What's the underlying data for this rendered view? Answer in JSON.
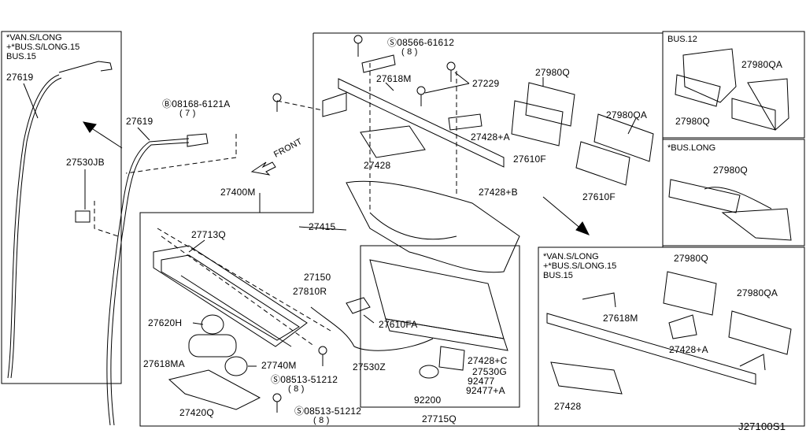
{
  "colors": {
    "ink": "#000000",
    "background": "#ffffff"
  },
  "insets": {
    "top_left": [
      "*VAN.S/LONG",
      "+*BUS.S/LONG.15",
      "BUS.15"
    ],
    "bus12": "BUS.12",
    "bus_long": "*BUS.LONG",
    "bottom_right": [
      "*VAN.S/LONG",
      "+*BUS.S/LONG.15",
      "BUS.15"
    ]
  },
  "labels": {
    "tl_27619": "27619",
    "b_27619": "27619",
    "b_27530jb": "27530JB",
    "b_screw1": "08566-61612",
    "b_screw1_qty": "( 8 )",
    "b_bolt_a": "08168-6121A",
    "b_bolt_a_qty": "( 7 )",
    "front": "FRONT",
    "b_27618m": "27618M",
    "b_27229": "27229",
    "b_27980q": "27980Q",
    "b_27980qa": "27980QA",
    "b_27428a": "27428+A",
    "b_27428": "27428",
    "b_27610f_1": "27610F",
    "b_27610f_2": "27610F",
    "b_27428b": "27428+B",
    "b_27400m": "27400M",
    "b_27415": "27415",
    "b_27713q": "27713Q",
    "b_27150": "27150",
    "b_27810r": "27810R",
    "b_27610fa": "27610FA",
    "b_27620h": "27620H",
    "b_27618ma": "27618MA",
    "b_27740m": "27740M",
    "b_27530z": "27530Z",
    "b_screw2": "08513-51212",
    "b_screw2_qty": "( 8 )",
    "b_screw3": "08513-51212",
    "b_screw3_qty": "( 8 )",
    "b_27420q": "27420Q",
    "b_27428c": "27428+C",
    "b_27530g": "27530G",
    "b_92477": "92477",
    "b_92477a": "92477+A",
    "b_92200": "92200",
    "b_27715q": "27715Q",
    "bus12_27980qa": "27980QA",
    "bus12_27980q": "27980Q",
    "long_27980q": "27980Q",
    "br_27980q": "27980Q",
    "br_27980qa": "27980QA",
    "br_27618m": "27618M",
    "br_27428a": "27428+A",
    "br_27428": "27428"
  },
  "diagram_id": "J27100S1"
}
